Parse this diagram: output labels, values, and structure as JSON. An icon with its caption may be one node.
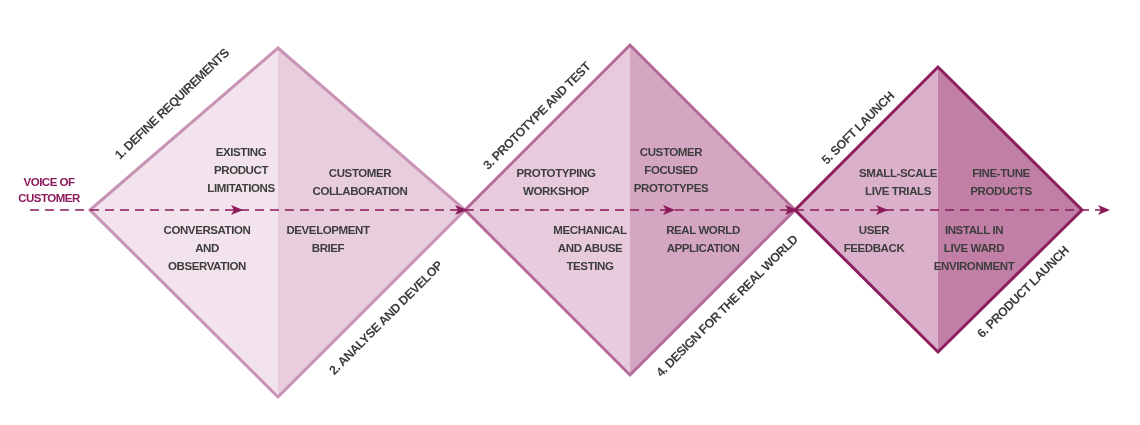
{
  "diagram": {
    "nodes": [
      {
        "text": [
          "VOICE OF CUSTOMER"
        ]
      },
      {
        "text": [
          "1. DEFINE REQUIREMENTS",
          "EXISTING PRODUCT LIMITATIONS",
          "CUSTOMER COLLABORATION",
          "CONVERSATION AND OBSERVATION",
          "DEVELOPMENT BRIEF",
          "2. ANALYSE AND DEVELOP"
        ]
      },
      {
        "text": [
          "3. PROTOTYPE AND TEST",
          "PROTOTYPING WORKSHOP",
          "CUSTOMER FOCUSED PROTOTYPES",
          "MECHANICAL AND ABUSE TESTING",
          "REAL WORLD APPLICATION",
          "4. DESIGN FOR THE REAL WORLD"
        ]
      },
      {
        "text": [
          "5. SOFT LAUNCH",
          "SMALL-SCALE LIVE TRIALS",
          "FINE-TUNE PRODUCTS",
          "USER FEEDBACK",
          "INSTALL IN LIVE WARD ENVIRONMENT",
          "6. PRODUCT LAUNCH"
        ]
      }
    ],
    "edges": [
      {
        "from": 0,
        "to": 1,
        "arrow": "none",
        "style": "dashed"
      },
      {
        "from": 1,
        "to": 2,
        "arrow": "to",
        "style": "dashed"
      },
      {
        "from": 2,
        "to": 3,
        "arrow": "to",
        "style": "dashed"
      },
      {
        "from": 3,
        "to": null,
        "arrow": "to",
        "style": "dashed"
      }
    ]
  }
}
